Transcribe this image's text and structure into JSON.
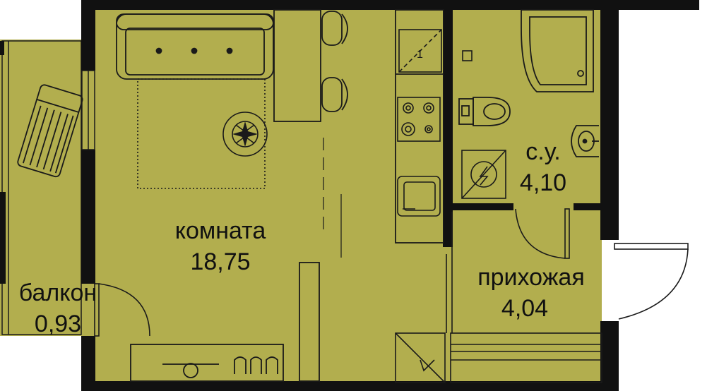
{
  "colors": {
    "floor": "#b2ae4e",
    "wall": "#111111",
    "line": "#1a1a1a",
    "background": "#ffffff"
  },
  "rooms": {
    "living": {
      "name": "комната",
      "area": "18,75"
    },
    "bathroom": {
      "name": "с.у.",
      "area": "4,10"
    },
    "hallway": {
      "name": "прихожая",
      "area": "4,04"
    },
    "balcony": {
      "name": "балкон",
      "area": "0,93"
    }
  },
  "icons": [
    "sofa-icon",
    "rug-icon",
    "plant-icon",
    "bar-counter-icon",
    "bar-stool-icon",
    "fridge-icon",
    "cooktop-icon",
    "sink-icon",
    "shower-icon",
    "toilet-icon",
    "washbasin-icon",
    "water-heater-icon",
    "lounger-icon",
    "desk-icon",
    "wardrobe-icon"
  ]
}
